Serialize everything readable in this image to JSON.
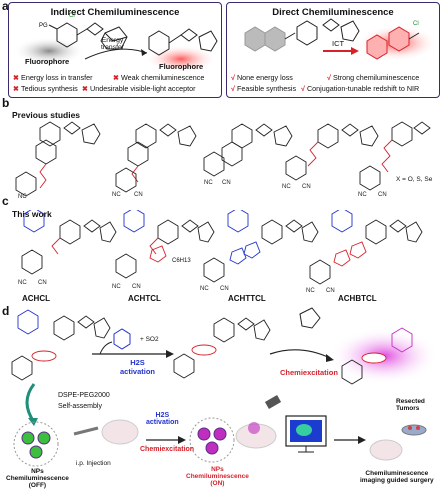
{
  "panel_a": {
    "letter": "a",
    "indirect": {
      "title": "Indirect Chemiluminescence",
      "fluorophore_left": "Fluorophore",
      "energy_transfer": "Energy\ntransfer",
      "fluorophore_right": "Fluorophore",
      "bullets": [
        {
          "mark": "✖",
          "text": "Energy loss in transfer"
        },
        {
          "mark": "✖",
          "text": "Weak chemiluminescence"
        },
        {
          "mark": "✖",
          "text": "Tedious synthesis"
        },
        {
          "mark": "✖",
          "text": "Undesirable visible-light acceptor"
        }
      ]
    },
    "direct": {
      "title": "Direct Chemiluminescence",
      "ict": "ICT",
      "bullets": [
        {
          "mark": "√",
          "text": "None energy loss"
        },
        {
          "mark": "√",
          "text": "Strong chemiluminescence"
        },
        {
          "mark": "√",
          "text": "Feasible synthesis"
        },
        {
          "mark": "√",
          "text": "Conjugation-tunable redshift to NIR"
        }
      ]
    }
  },
  "panel_b": {
    "letter": "b",
    "title": "Previous studies",
    "x_note": "X = O, S, Se"
  },
  "panel_c": {
    "letter": "c",
    "title": "This work",
    "compounds": [
      "ACHCL",
      "ACHTCL",
      "ACHTTCL",
      "ACHBTCL"
    ],
    "substituent": "C6H13"
  },
  "panel_d": {
    "letter": "d",
    "h2s_activation": "H2S\nactivation",
    "chemiexcitation": "Chemiexcitation",
    "byproduct": "+ SO2",
    "nanoprep": "DSPE-PEG2000\nSelf-assembly",
    "nps_off": "NPs\nChemiluminescence\n(OFF)",
    "injection": "i.p. Injection",
    "h2s_activation_2": "H2S\nactivation",
    "chemiexcitation_2": "Chemiexcitation",
    "nps_on": "NPs\nChemiluminescence\n(ON)",
    "resected": "Resected\nTumors",
    "surgery": "Chemiluminescence\nimaging guided surgery"
  },
  "colors": {
    "frame": "#3b2a6e",
    "red": "#d6222b",
    "blue": "#2233cc",
    "magenta": "#c02ec0",
    "teal": "#1f8f7a"
  }
}
